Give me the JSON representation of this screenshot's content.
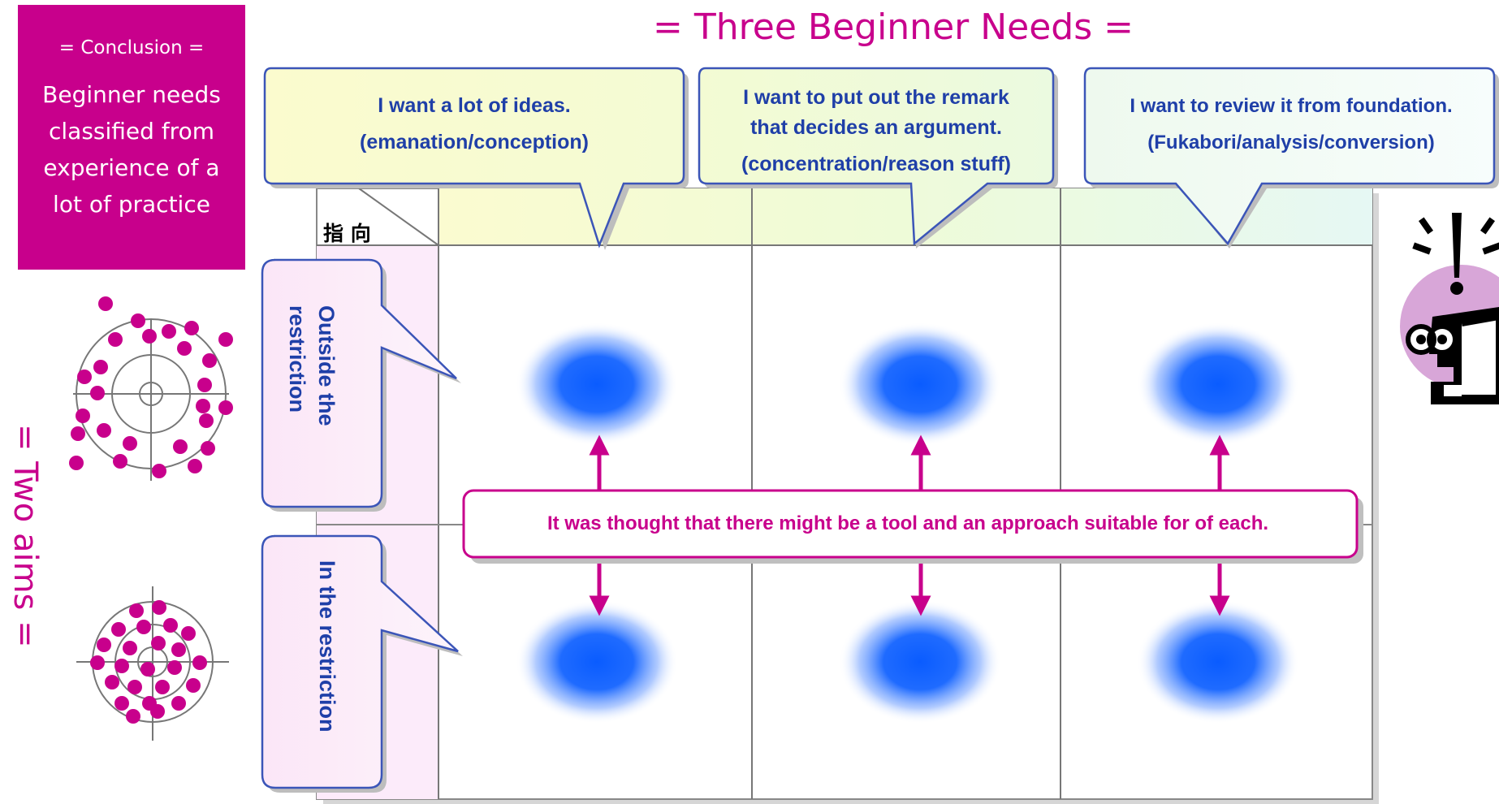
{
  "title": "= Three Beginner Needs =",
  "conclusion": {
    "heading": "= Conclusion =",
    "lines": [
      "Beginner needs",
      "classified from",
      "experience of a",
      "lot of practice"
    ]
  },
  "side_label": "= Two aims =",
  "table_corner": "指 向",
  "needs": [
    {
      "line1": "I want a lot of ideas.",
      "line2": "(emanation/conception)"
    },
    {
      "line1": "I want to put out the remark",
      "line2": "that decides an argument.",
      "line3": "(concentration/reason stuff)"
    },
    {
      "line1": "I want to review it from foundation.",
      "line2": "(Fukabori/analysis/conversion)"
    }
  ],
  "aims": [
    {
      "line1": "Outside the",
      "line2": "restriction"
    },
    {
      "line1": "In the restriction"
    }
  ],
  "central_statement": "It was thought that there might be a tool and an approach suitable for of each.",
  "colors": {
    "magenta": "#c8008c",
    "blue_text": "#1f3fa8",
    "blob": "#0a5cff"
  },
  "icons": [
    "target-scattered-icon",
    "target-concentrated-icon",
    "surprised-person-icon"
  ]
}
